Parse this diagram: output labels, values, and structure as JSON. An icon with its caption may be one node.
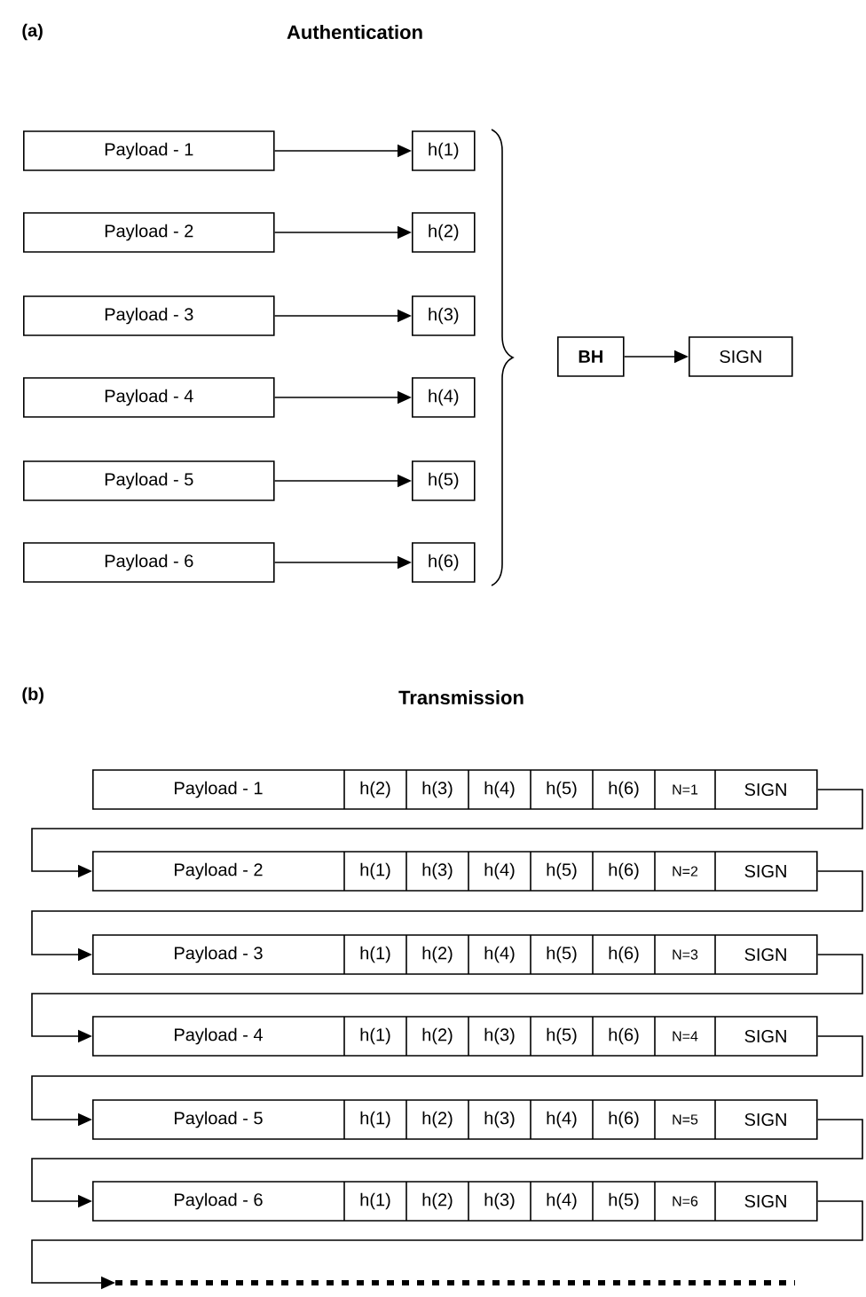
{
  "diagram": {
    "nodes": [
      {
        "text": [
          "Payload - 1"
        ]
      },
      {
        "text": [
          "Payload - 2"
        ]
      },
      {
        "text": [
          "Payload - 3"
        ]
      },
      {
        "text": [
          "Payload - 4"
        ]
      },
      {
        "text": [
          "Payload - 5"
        ]
      },
      {
        "text": [
          "Payload - 6"
        ]
      },
      {
        "text": [
          "h(1)"
        ]
      },
      {
        "text": [
          "h(2)"
        ]
      },
      {
        "text": [
          "h(3)"
        ]
      },
      {
        "text": [
          "h(4)"
        ]
      },
      {
        "text": [
          "h(5)"
        ]
      },
      {
        "text": [
          "h(6)"
        ]
      },
      {
        "text": [
          "BH"
        ]
      },
      {
        "text": [
          "SIGN"
        ]
      },
      {
        "text": [
          "Payload - 1",
          "h(2)",
          "h(3)",
          "h(4)",
          "h(5)",
          "h(6)",
          "N=1",
          "SIGN"
        ]
      },
      {
        "text": [
          "Payload - 2",
          "h(1)",
          "h(3)",
          "h(4)",
          "h(5)",
          "h(6)",
          "N=2",
          "SIGN"
        ]
      },
      {
        "text": [
          "Payload - 3",
          "h(1)",
          "h(2)",
          "h(4)",
          "h(5)",
          "h(6)",
          "N=3",
          "SIGN"
        ]
      },
      {
        "text": [
          "Payload - 4",
          "h(1)",
          "h(2)",
          "h(3)",
          "h(5)",
          "h(6)",
          "N=4",
          "SIGN"
        ]
      },
      {
        "text": [
          "Payload - 5",
          "h(1)",
          "h(2)",
          "h(3)",
          "h(4)",
          "h(6)",
          "N=5",
          "SIGN"
        ]
      },
      {
        "text": [
          "Payload - 6",
          "h(1)",
          "h(2)",
          "h(3)",
          "h(4)",
          "h(5)",
          "N=6",
          "SIGN"
        ]
      },
      {
        "text": [],
        "shape": "line"
      }
    ],
    "edges": [
      {
        "from": 0,
        "to": 6,
        "arrow": "to"
      },
      {
        "from": 1,
        "to": 7,
        "arrow": "to"
      },
      {
        "from": 2,
        "to": 8,
        "arrow": "to"
      },
      {
        "from": 3,
        "to": 9,
        "arrow": "to"
      },
      {
        "from": 4,
        "to": 10,
        "arrow": "to"
      },
      {
        "from": 5,
        "to": 11,
        "arrow": "to"
      },
      {
        "from": 12,
        "to": 13,
        "arrow": "to"
      },
      {
        "from": 14,
        "to": 15,
        "arrow": "to"
      },
      {
        "from": 15,
        "to": 16,
        "arrow": "to"
      },
      {
        "from": 16,
        "to": 17,
        "arrow": "to"
      },
      {
        "from": 17,
        "to": 18,
        "arrow": "to"
      },
      {
        "from": 18,
        "to": 19,
        "arrow": "to"
      },
      {
        "from": 19,
        "to": 20,
        "arrow": "to"
      }
    ],
    "labels": [
      "(a)",
      "Authentication",
      "(b)",
      "Transmission"
    ]
  }
}
